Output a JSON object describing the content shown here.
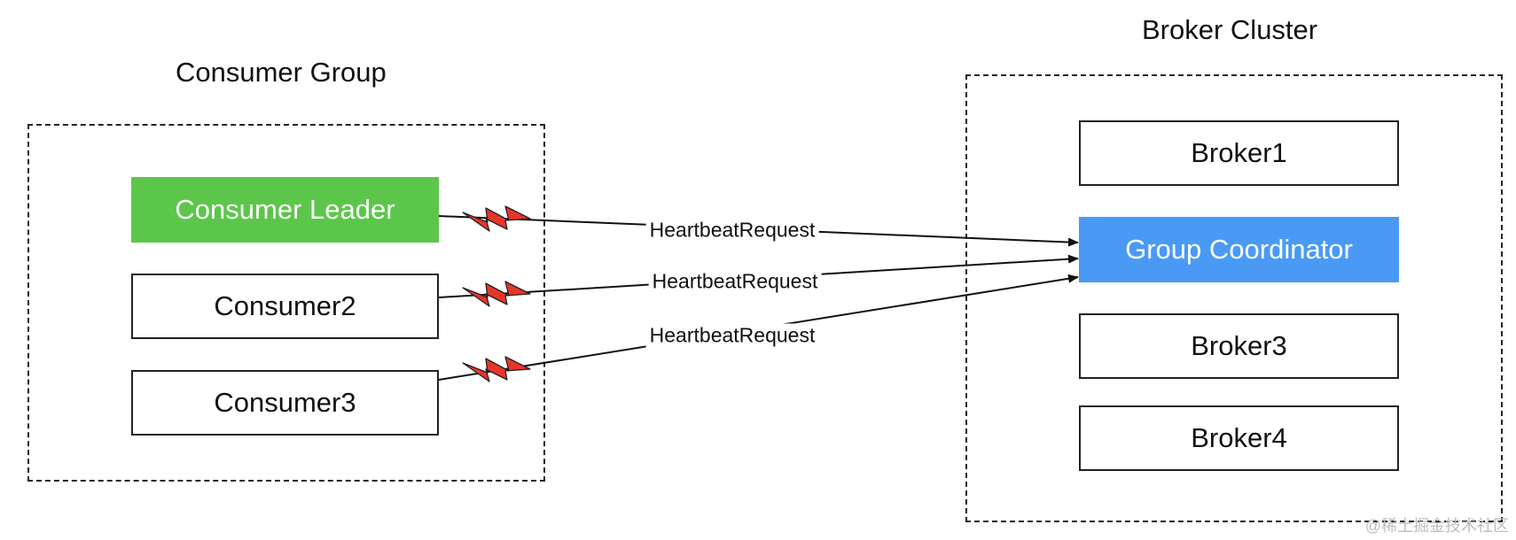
{
  "consumer_group": {
    "title": "Consumer Group",
    "members": [
      {
        "label": "Consumer Leader",
        "role": "leader"
      },
      {
        "label": "Consumer2",
        "role": "member"
      },
      {
        "label": "Consumer3",
        "role": "member"
      }
    ]
  },
  "broker_cluster": {
    "title": "Broker Cluster",
    "brokers": [
      {
        "label": "Broker1",
        "role": "broker"
      },
      {
        "label": "Group Coordinator",
        "role": "coordinator"
      },
      {
        "label": "Broker3",
        "role": "broker"
      },
      {
        "label": "Broker4",
        "role": "broker"
      }
    ]
  },
  "edges": [
    {
      "from": "Consumer Leader",
      "to": "Group Coordinator",
      "label": "HeartbeatRequest"
    },
    {
      "from": "Consumer2",
      "to": "Group Coordinator",
      "label": "HeartbeatRequest"
    },
    {
      "from": "Consumer3",
      "to": "Group Coordinator",
      "label": "HeartbeatRequest"
    }
  ],
  "colors": {
    "leader": "#5cc64a",
    "coordinator": "#4a9af5",
    "bolt": "#e8352b",
    "line": "#111111"
  },
  "icons": {
    "bolt": "lightning-bolt-icon"
  },
  "watermark": "@稀土掘金技术社区"
}
